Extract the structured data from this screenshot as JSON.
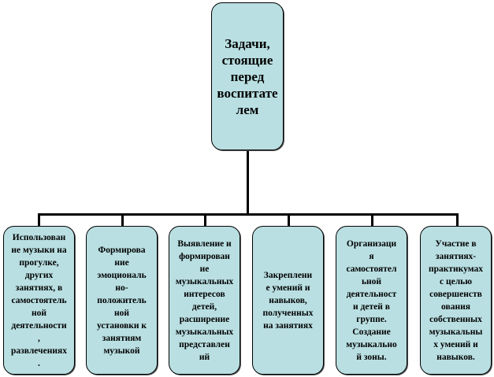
{
  "root": {
    "label": "Задачи,\nстоящие\nперед\nвоспитате\nлем"
  },
  "children": [
    {
      "label": "Использован\nие музыки на\nпрогулке,\nдругих\nзанятиях, в\nсамостоятель\nной\nдеятельности\n,\nразвлечениях\n."
    },
    {
      "label": "Формирова\nние\nэмоциональ\nно-\nположитель\nной\nустановки к\nзанятиям\nмузыкой"
    },
    {
      "label": "Выявление и\nформирован\nие\nмузыкальных\nинтересов\nдетей,\nрасширение\nмузыкальных\nпредставлен\nий"
    },
    {
      "label": "Закреплени\nе умений и\nнавыков,\nполученных\nна занятиях"
    },
    {
      "label": "Организаци\nя\nсамостоятел\nьной\nдеятельност\nи детей в\nгруппе.\nСоздание\nмузыкально\nй зоны."
    },
    {
      "label": "Участие в\nзанятиях-\nпрактикумах\nс целью\nсовершенств\nования\nсобственных\nмузыкальны\nх умений и\nнавыков."
    }
  ]
}
